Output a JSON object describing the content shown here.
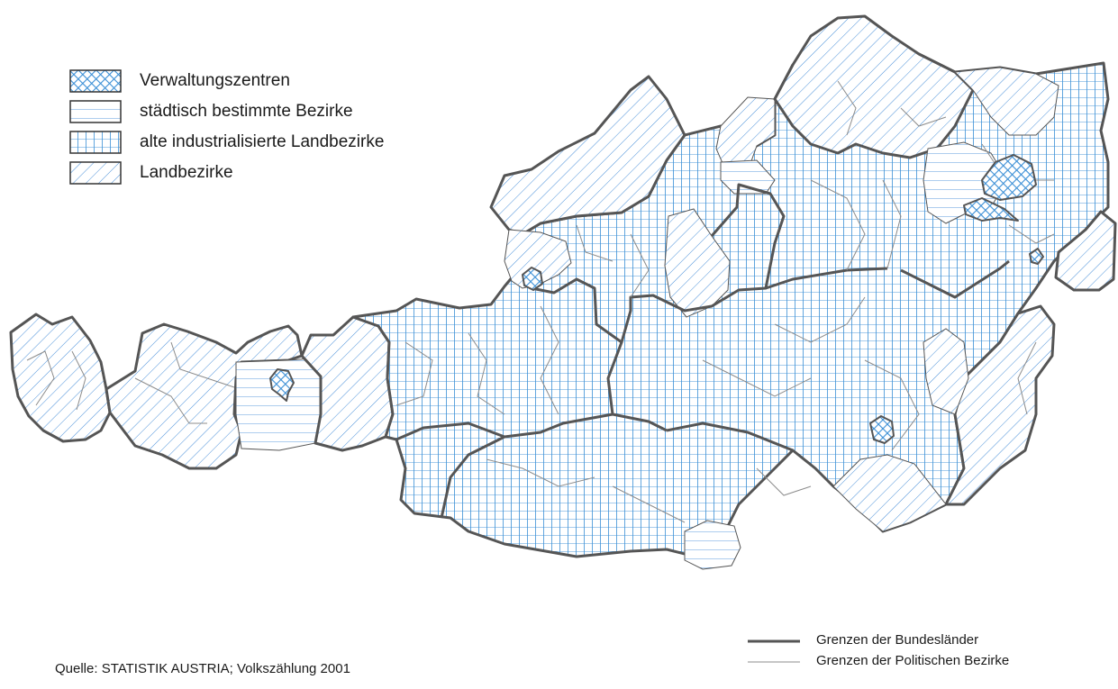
{
  "colors": {
    "pattern_blue": "#4a90d9",
    "border_dark": "#555555",
    "border_thin": "#8c8c8c",
    "grid_line": "#3b8fd6"
  },
  "legend": {
    "items": [
      {
        "label": "Verwaltungszentren",
        "pattern": "crosshatch"
      },
      {
        "label": "städtisch bestimmte Bezirke",
        "pattern": "horizontal"
      },
      {
        "label": "alte industrialisierte Landbezirke",
        "pattern": "grid"
      },
      {
        "label": "Landbezirke",
        "pattern": "diagonal"
      }
    ]
  },
  "border_legend": {
    "bundeslaender": "Grenzen der Bundesländer",
    "politische_bezirke": "Grenzen der Politischen Bezirke"
  },
  "source": "Quelle: STATISTIK AUSTRIA; Volkszählung 2001"
}
